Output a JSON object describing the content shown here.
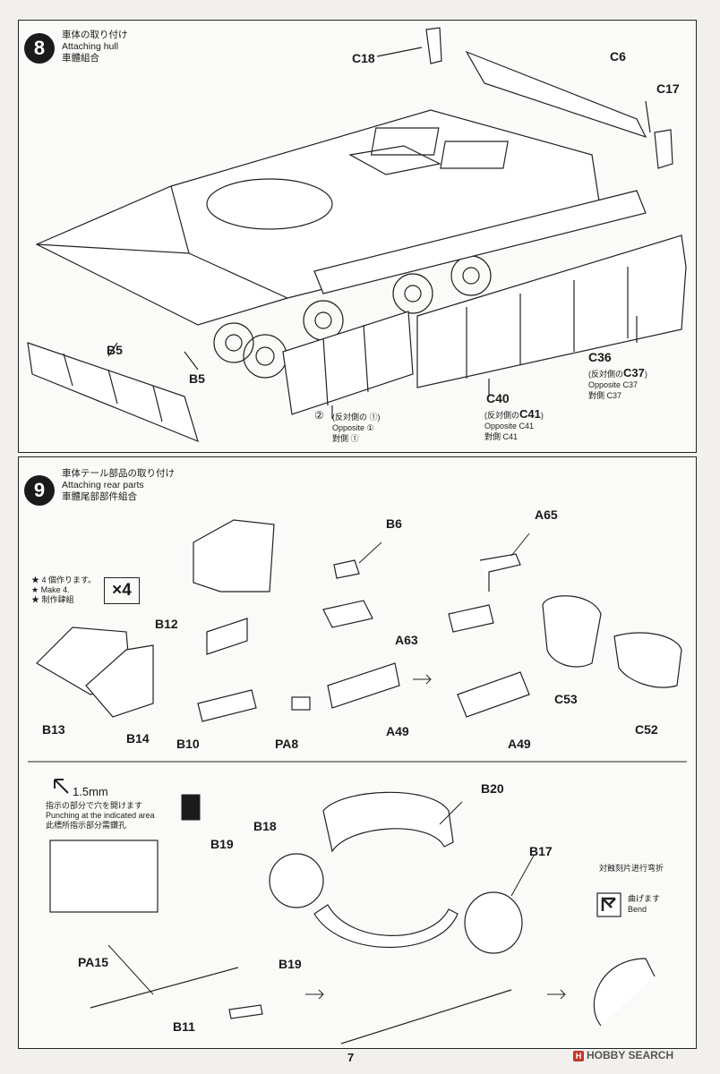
{
  "page_number": "7",
  "watermark": "HOBBY SEARCH",
  "step8": {
    "number": "8",
    "title_jp": "車体の取り付け",
    "title_en": "Attaching hull",
    "title_cn": "車體組合",
    "parts": {
      "c18": "C18",
      "c6": "C6",
      "c17": "C17",
      "b5_a": "B5",
      "b5_b": "B5",
      "c36": "C36",
      "c37_jp": "(反対側の",
      "c37_big": "C37",
      "c37_close": ")",
      "c37_en": "Opposite C37",
      "c37_cn": "對側 C37",
      "c40": "C40",
      "c41_jp": "(反対側の",
      "c41_big": "C41",
      "c41_close": ")",
      "c41_en": "Opposite C41",
      "c41_cn": "對側 C41",
      "n2": "②",
      "n2_jp": "(反対側の ①)",
      "n2_en": "Opposite ①",
      "n2_cn": "對側 ①"
    }
  },
  "step9": {
    "number": "9",
    "title_jp": "車体テール部品の取り付け",
    "title_en": "Attaching rear parts",
    "title_cn": "車體尾部部件組合",
    "make4_jp": "★ 4 個作ります。",
    "make4_en": "★ Make 4.",
    "make4_cn": "★ 制作肆組",
    "x4": "×4",
    "parts": {
      "b6": "B6",
      "a65": "A65",
      "b12": "B12",
      "a63": "A63",
      "b13": "B13",
      "b14": "B14",
      "b10": "B10",
      "pa8": "PA8",
      "a49_a": "A49",
      "a49_b": "A49",
      "c53": "C53",
      "c52": "C52",
      "b20": "B20",
      "b18": "B18",
      "b19_a": "B19",
      "b19_b": "B19",
      "b17": "B17",
      "pa15": "PA15",
      "b11": "B11"
    },
    "punch_size": "1.5mm",
    "punch_jp": "指示の部分で穴を開けます",
    "punch_en": "Punching at the indicated area",
    "punch_cn": "此標所指示部分需鑽孔",
    "bend_cn": "対蝕刻片进行弯折",
    "bend_jp": "曲げます",
    "bend_en": "Bend"
  }
}
